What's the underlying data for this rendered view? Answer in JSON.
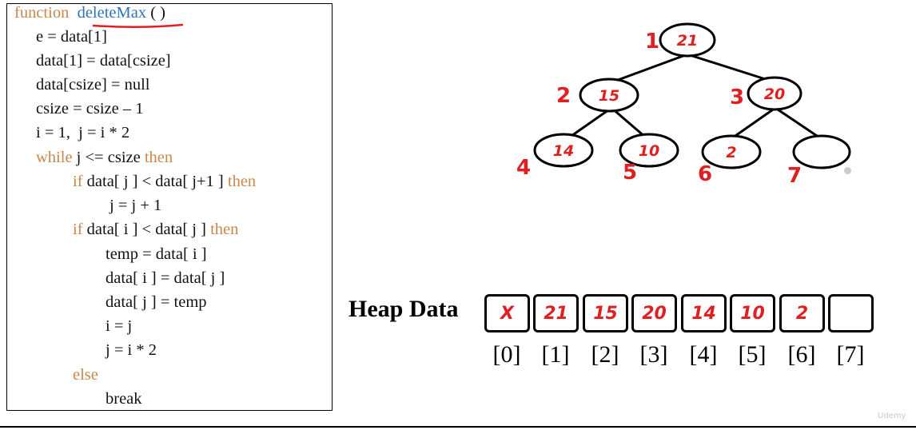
{
  "code": {
    "kw_function": "function",
    "fn_name": "deleteMax",
    "fn_parens": " ( )",
    "line_e": "e = data[1]",
    "line_data1": "data[1] = data[csize]",
    "line_null": "data[csize] = null",
    "line_dec": "csize = csize – 1",
    "line_init": "i = 1,  j = i * 2",
    "kw_while": "while",
    "while_cond": " j <= csize ",
    "kw_then": "then",
    "kw_if": "if",
    "if1_cond": " data[ j ] < data[ j+1 ] ",
    "line_inc": "j = j + 1",
    "if2_cond": " data[ i ] < data[ j ] ",
    "line_temp": "temp = data[ i ]",
    "line_swap1": "data[ i ] = data[ j ]",
    "line_swap2": "data[ j ] = temp",
    "line_i": "i = j",
    "line_j": "j = i * 2",
    "kw_else": "else",
    "line_break": "break"
  },
  "tree": {
    "nodes": [
      {
        "index": "1",
        "value": "21"
      },
      {
        "index": "2",
        "value": "15"
      },
      {
        "index": "3",
        "value": "20"
      },
      {
        "index": "4",
        "value": "14"
      },
      {
        "index": "5",
        "value": "10"
      },
      {
        "index": "6",
        "value": "2"
      },
      {
        "index": "7",
        "value": ""
      }
    ]
  },
  "heap": {
    "title": "Heap Data",
    "cells": [
      "X",
      "21",
      "15",
      "20",
      "14",
      "10",
      "2",
      ""
    ],
    "indices": [
      "[0]",
      "[1]",
      "[2]",
      "[3]",
      "[4]",
      "[5]",
      "[6]",
      "[7]"
    ]
  },
  "watermark": "Udemy",
  "colors": {
    "code_keyword": "#c9874d",
    "function_name": "#2e74b5",
    "handwriting": "#e02020"
  }
}
